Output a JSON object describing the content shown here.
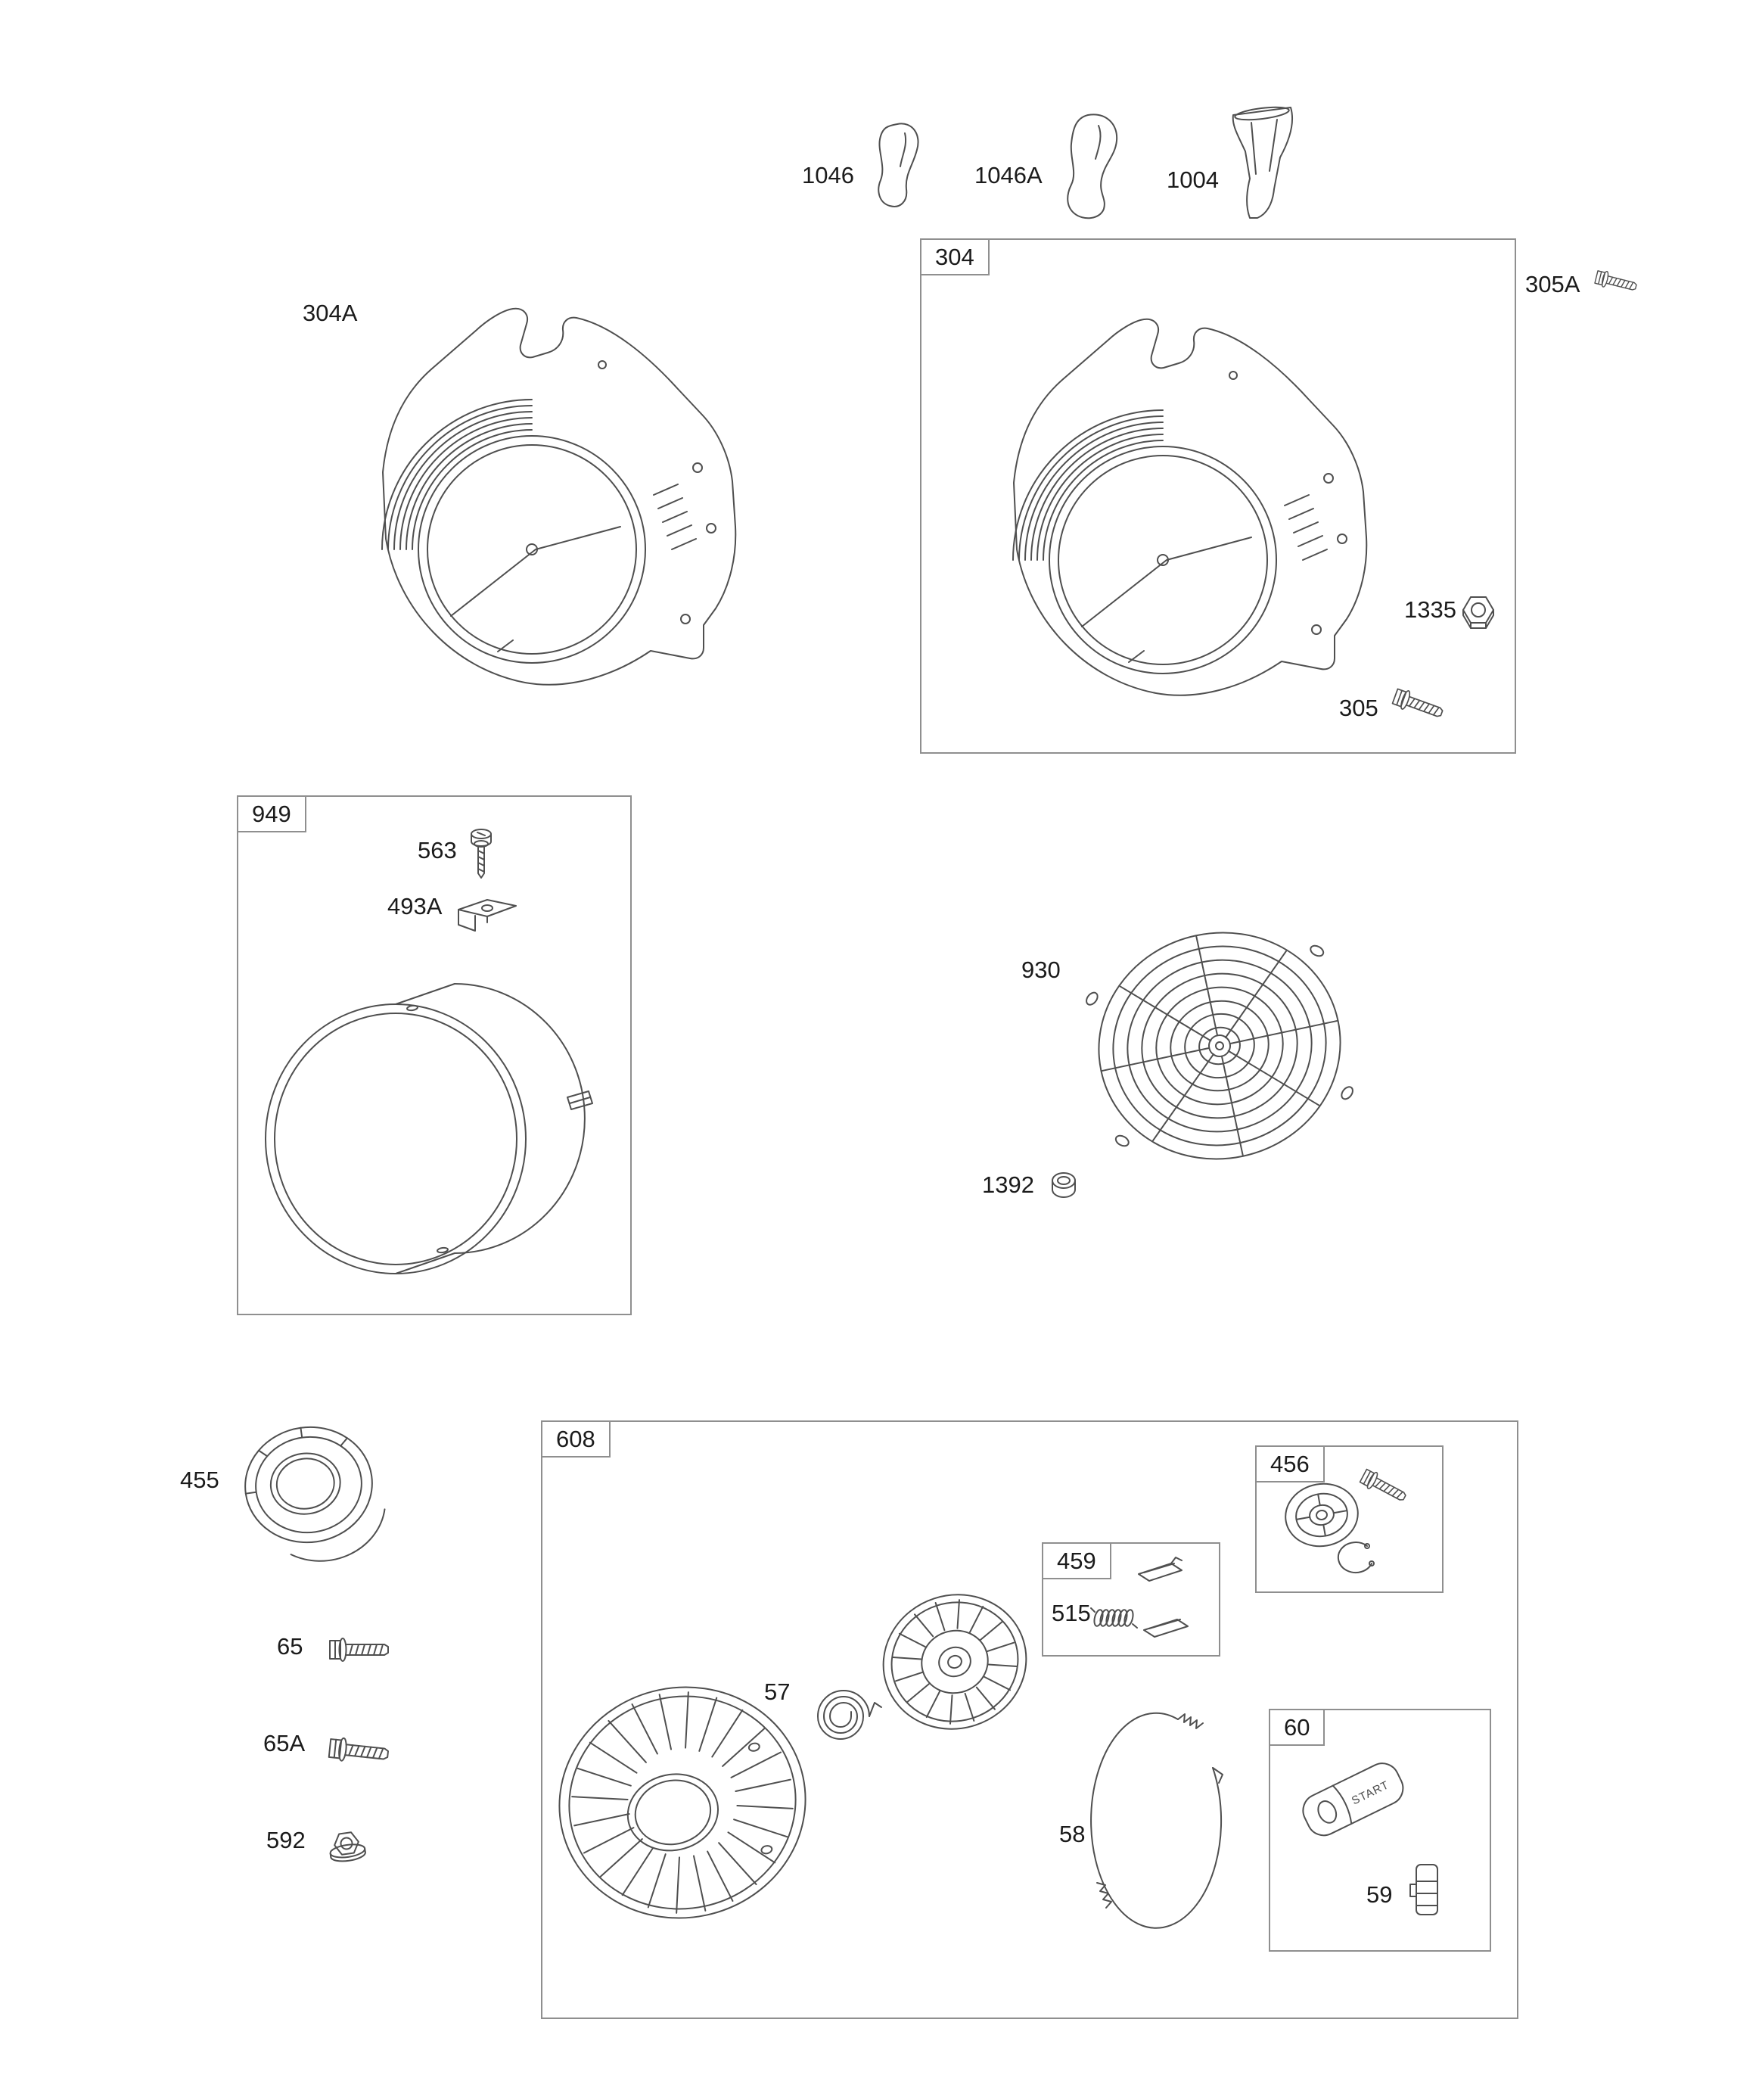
{
  "diagram": {
    "type": "exploded-parts-diagram",
    "subject": "engine blower housing and rewind starter parts",
    "background_color": "#ffffff",
    "line_color": "#4f4f4f",
    "label_color": "#1b1b1b",
    "box_border_color": "#8f8f8f"
  },
  "labels": {
    "1046": "1046",
    "1046A": "1046A",
    "1004": "1004",
    "304A": "304A",
    "305A": "305A",
    "1335": "1335",
    "305": "305",
    "563": "563",
    "493A": "493A",
    "930": "930",
    "1392": "1392",
    "455": "455",
    "65": "65",
    "65A": "65A",
    "592": "592",
    "57": "57",
    "515": "515",
    "58": "58",
    "59": "59"
  },
  "boxes": {
    "304": "304",
    "949": "949",
    "608": "608",
    "459": "459",
    "456": "456",
    "60": "60"
  },
  "handle": {
    "text": "START"
  }
}
